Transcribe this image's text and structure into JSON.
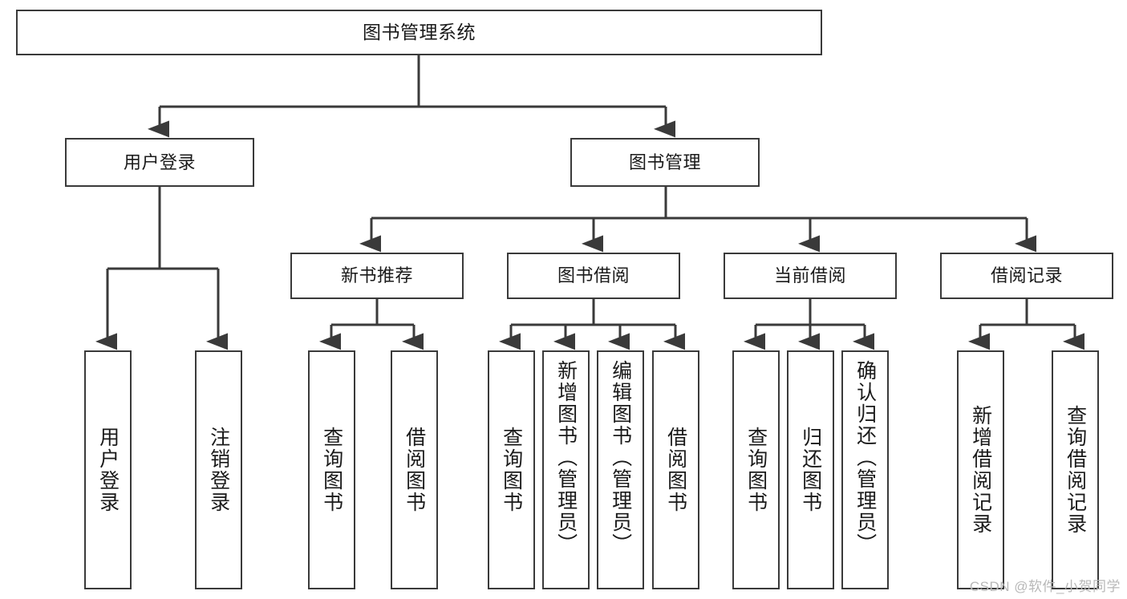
{
  "diagram": {
    "title": "图书管理系统",
    "type": "tree-hierarchy-diagram",
    "watermark": "CSDN @软件_小贺同学",
    "colors": {
      "stroke": "#3a3a3a",
      "fill": "#ffffff",
      "text": "#1a1a1a",
      "watermark": "#b8b8b8"
    },
    "root": {
      "label": "图书管理系统"
    },
    "level1": [
      {
        "label": "用户登录"
      },
      {
        "label": "图书管理"
      }
    ],
    "level2": [
      {
        "label": "新书推荐"
      },
      {
        "label": "图书借阅"
      },
      {
        "label": "当前借阅"
      },
      {
        "label": "借阅记录"
      }
    ],
    "leaves": {
      "user_login": [
        {
          "label": "用户登录"
        },
        {
          "label": "注销登录"
        }
      ],
      "new_book_recommend": [
        {
          "label": "查询图书"
        },
        {
          "label": "借阅图书"
        }
      ],
      "book_borrow": [
        {
          "label": "查询图书"
        },
        {
          "label": "新增图书（管理员）"
        },
        {
          "label": "编辑图书（管理员）"
        },
        {
          "label": "借阅图书"
        }
      ],
      "current_borrow": [
        {
          "label": "查询图书"
        },
        {
          "label": "归还图书"
        },
        {
          "label": "确认归还（管理员）"
        }
      ],
      "borrow_record": [
        {
          "label": "新增借阅记录"
        },
        {
          "label": "查询借阅记录"
        }
      ]
    }
  }
}
